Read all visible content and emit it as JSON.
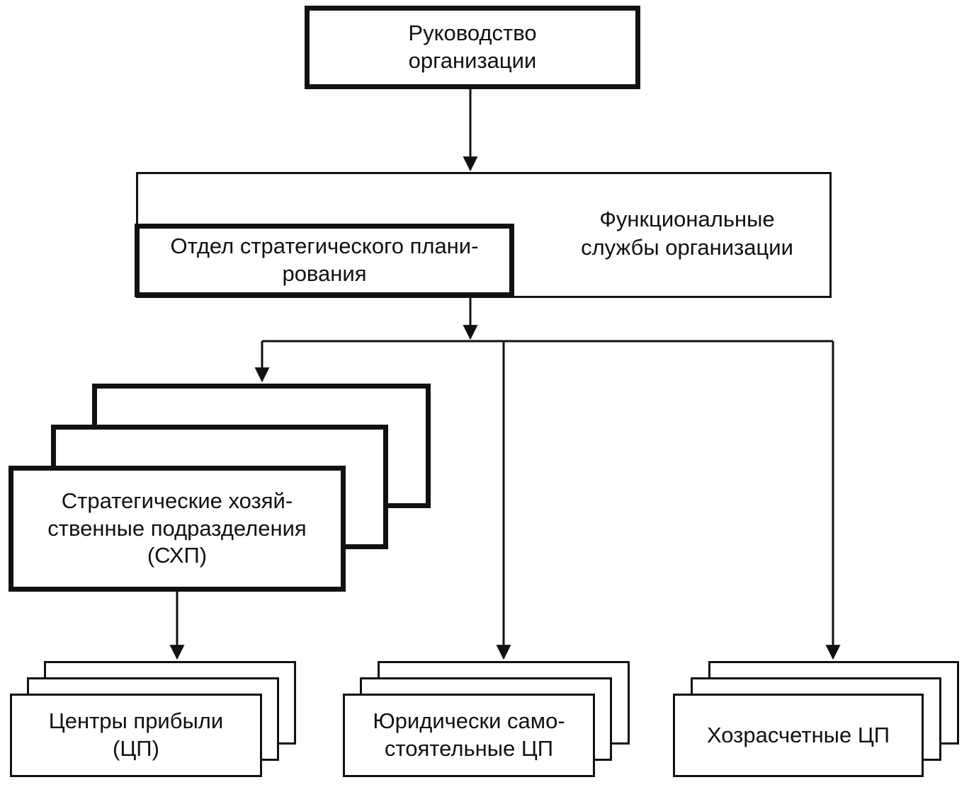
{
  "diagram": {
    "management": {
      "line1": "Руководство",
      "line2": "организации"
    },
    "functional_services": {
      "line1": "Функциональные",
      "line2": "службы организации"
    },
    "strategic_planning": {
      "line1": "Отдел стратегического плани-",
      "line2": "рования"
    },
    "sbu": {
      "line1": "Стратегические хозяй-",
      "line2": "ственные подразделения",
      "line3": "(СХП)"
    },
    "profit_centers": {
      "line1": "Центры прибыли",
      "line2": "(ЦП)"
    },
    "legal_centers": {
      "line1": "Юридически само-",
      "line2": "стоятельные ЦП"
    },
    "selfsupport_centers": {
      "line1": "Хозрасчетные ЦП"
    }
  }
}
